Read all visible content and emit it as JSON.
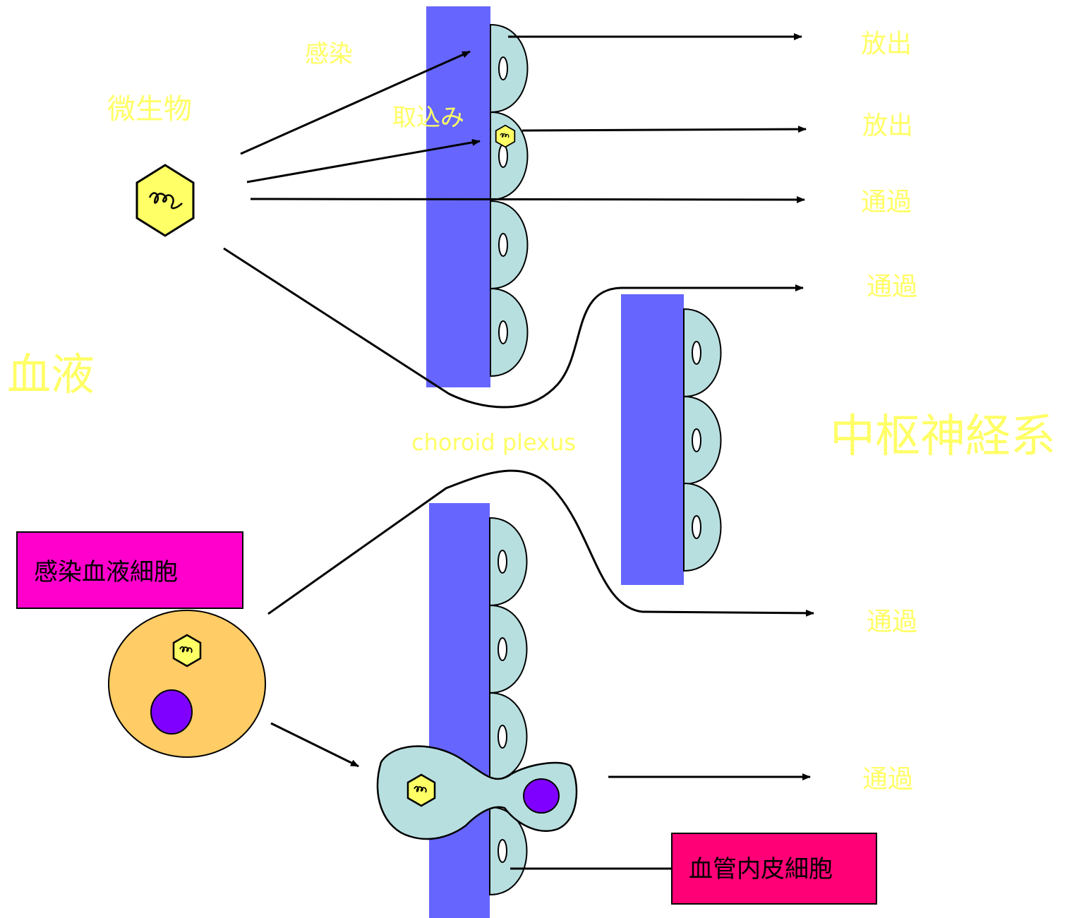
{
  "labels": {
    "blood": "血液",
    "cns": "中枢神経系",
    "microbe": "微生物",
    "infection": "感染",
    "uptake": "取込み",
    "choroid": "choroid plexus",
    "release1": "放出",
    "release2": "放出",
    "passage1": "通過",
    "passage2": "通過",
    "passage3": "通過",
    "passage4": "通過",
    "infected_blood_cell": "感染血液細胞",
    "endothelial_cell": "血管内皮細胞"
  },
  "colors": {
    "label_text": "#ffff66",
    "barrier": "#6666ff",
    "endothelium": "#b8dfe0",
    "microbe": "#ffff66",
    "blood_cell": "#ffcc66",
    "nucleus": "#8000ff",
    "infected_cell_box": "#ff00cc",
    "endothelial_box": "#ff0077"
  }
}
